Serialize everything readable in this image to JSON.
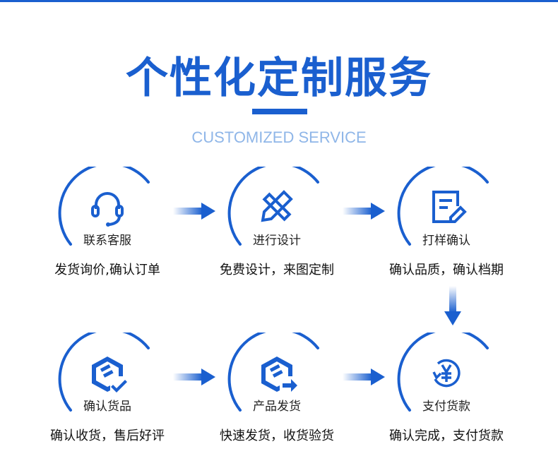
{
  "header": {
    "title": "个性化定制服务",
    "subtitle": "CUSTOMIZED SERVICE"
  },
  "colors": {
    "accent": "#1a5fcf",
    "subtitle": "#8fb6e8"
  },
  "steps": [
    {
      "label": "联系客服",
      "desc": "发货询价,确认订单",
      "icon": "headset-icon"
    },
    {
      "label": "进行设计",
      "desc": "免费设计，来图定制",
      "icon": "pencil-ruler-icon"
    },
    {
      "label": "打样确认",
      "desc": "确认品质，确认档期",
      "icon": "document-edit-icon"
    },
    {
      "label": "确认货品",
      "desc": "确认收货，售后好评",
      "icon": "box-check-icon"
    },
    {
      "label": "产品发货",
      "desc": "快速发货，收货验货",
      "icon": "box-arrow-icon"
    },
    {
      "label": "支付货款",
      "desc": "确认完成，支付货款",
      "icon": "yen-refresh-icon"
    }
  ]
}
